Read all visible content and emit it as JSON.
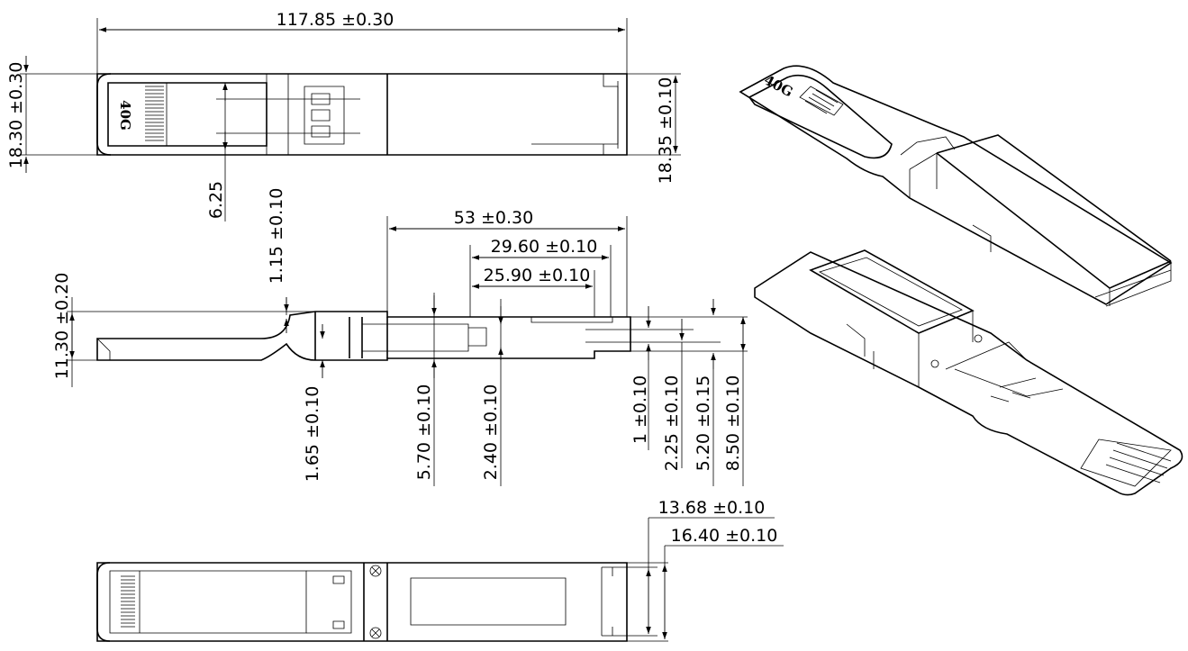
{
  "dimensions": {
    "overall_length": "117.85 ±0.30",
    "height_left": "18.30 ±0.30",
    "height_right": "18.35 ±0.10",
    "pitch": "6.25",
    "d_53": "53 ±0.30",
    "d_29_60": "29.60 ±0.10",
    "d_25_90": "25.90 ±0.10",
    "d_1_15": "1.15 ±0.10",
    "d_11_30": "11.30 ±0.20",
    "d_1_65": "1.65 ±0.10",
    "d_5_70": "5.70 ±0.10",
    "d_2_40": "2.40 ±0.10",
    "d_1": "1 ±0.10",
    "d_2_25": "2.25 ±0.10",
    "d_5_20": "5.20 ±0.15",
    "d_8_50": "8.50 ±0.10",
    "d_13_68": "13.68 ±0.10",
    "d_16_40": "16.40 ±0.10"
  },
  "labels": {
    "badge_top": "40G",
    "badge_iso": "40G"
  }
}
